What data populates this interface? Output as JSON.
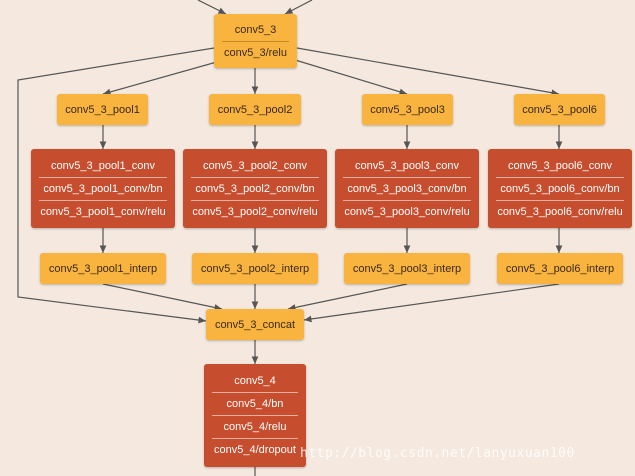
{
  "colors": {
    "background": "#f5e9df",
    "data_node": "#f9b33f",
    "op_node": "#c64d2e",
    "edge": "#555555"
  },
  "nodes": {
    "conv5_3": [
      "conv5_3",
      "conv5_3/relu"
    ],
    "pool1": [
      "conv5_3_pool1"
    ],
    "pool2": [
      "conv5_3_pool2"
    ],
    "pool3": [
      "conv5_3_pool3"
    ],
    "pool6": [
      "conv5_3_pool6"
    ],
    "pool1_conv": [
      "conv5_3_pool1_conv",
      "conv5_3_pool1_conv/bn",
      "conv5_3_pool1_conv/relu"
    ],
    "pool2_conv": [
      "conv5_3_pool2_conv",
      "conv5_3_pool2_conv/bn",
      "conv5_3_pool2_conv/relu"
    ],
    "pool3_conv": [
      "conv5_3_pool3_conv",
      "conv5_3_pool3_conv/bn",
      "conv5_3_pool3_conv/relu"
    ],
    "pool6_conv": [
      "conv5_3_pool6_conv",
      "conv5_3_pool6_conv/bn",
      "conv5_3_pool6_conv/relu"
    ],
    "pool1_interp": [
      "conv5_3_pool1_interp"
    ],
    "pool2_interp": [
      "conv5_3_pool2_interp"
    ],
    "pool3_interp": [
      "conv5_3_pool3_interp"
    ],
    "pool6_interp": [
      "conv5_3_pool6_interp"
    ],
    "concat": [
      "conv5_3_concat"
    ],
    "conv5_4": [
      "conv5_4",
      "conv5_4/bn",
      "conv5_4/relu",
      "conv5_4/dropout"
    ]
  },
  "watermark": "http://blog.csdn.net/lanyuxuan100"
}
